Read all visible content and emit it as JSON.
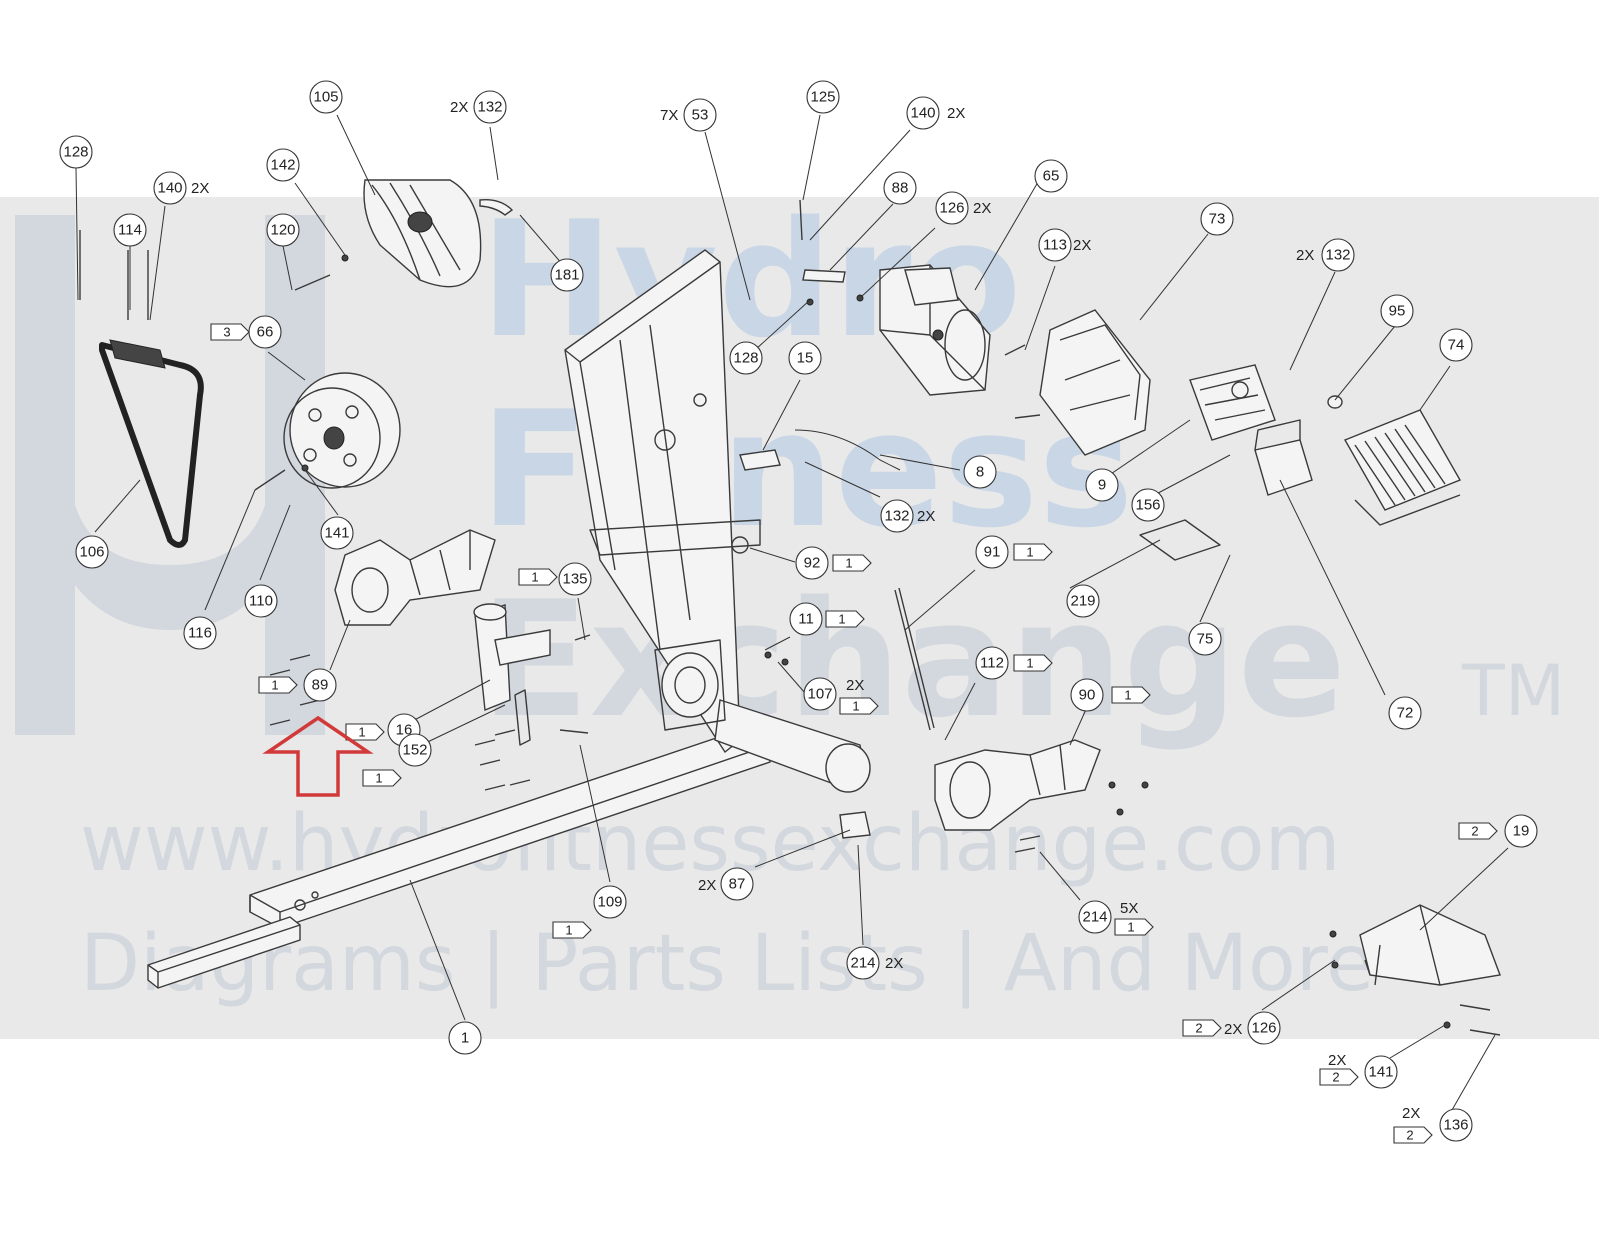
{
  "watermark": {
    "brand_line1": "Hydro",
    "brand_line2": "Fitness",
    "brand_line3": "Exchange",
    "trademark": "TM",
    "url": "www.hydrofitnessexchange.com",
    "tagline": "Diagrams | Parts Lists | And More"
  },
  "callouts": [
    {
      "id": "c128a",
      "label": "128"
    },
    {
      "id": "c105",
      "label": "105"
    },
    {
      "id": "c132a",
      "label": "132",
      "qty": "2X"
    },
    {
      "id": "c53",
      "label": "53",
      "qty": "7X"
    },
    {
      "id": "c125",
      "label": "125"
    },
    {
      "id": "c140a",
      "label": "140",
      "qty": "2X"
    },
    {
      "id": "c140b",
      "label": "140",
      "qty": "2X"
    },
    {
      "id": "c142",
      "label": "142"
    },
    {
      "id": "c114",
      "label": "114"
    },
    {
      "id": "c120",
      "label": "120"
    },
    {
      "id": "c181",
      "label": "181"
    },
    {
      "id": "c88",
      "label": "88"
    },
    {
      "id": "c126a",
      "label": "126",
      "qty": "2X"
    },
    {
      "id": "c65",
      "label": "65"
    },
    {
      "id": "c113",
      "label": "113",
      "qty": "2X"
    },
    {
      "id": "c73",
      "label": "73"
    },
    {
      "id": "c132b",
      "label": "132",
      "qty": "2X"
    },
    {
      "id": "c95",
      "label": "95"
    },
    {
      "id": "c74",
      "label": "74"
    },
    {
      "id": "c66",
      "label": "66"
    },
    {
      "id": "c128b",
      "label": "128"
    },
    {
      "id": "c15",
      "label": "15"
    },
    {
      "id": "c8",
      "label": "8"
    },
    {
      "id": "c9",
      "label": "9"
    },
    {
      "id": "c156",
      "label": "156"
    },
    {
      "id": "c106",
      "label": "106"
    },
    {
      "id": "c141a",
      "label": "141"
    },
    {
      "id": "c132c",
      "label": "132",
      "qty": "2X"
    },
    {
      "id": "c116",
      "label": "116"
    },
    {
      "id": "c110",
      "label": "110"
    },
    {
      "id": "c135",
      "label": "135"
    },
    {
      "id": "c92",
      "label": "92"
    },
    {
      "id": "c91",
      "label": "91"
    },
    {
      "id": "c219",
      "label": "219"
    },
    {
      "id": "c75",
      "label": "75"
    },
    {
      "id": "c11",
      "label": "11"
    },
    {
      "id": "c89",
      "label": "89"
    },
    {
      "id": "c107",
      "label": "107",
      "qty": "2X"
    },
    {
      "id": "c112",
      "label": "112"
    },
    {
      "id": "c90",
      "label": "90"
    },
    {
      "id": "c72",
      "label": "72"
    },
    {
      "id": "c16",
      "label": "16"
    },
    {
      "id": "c152",
      "label": "152"
    },
    {
      "id": "c19",
      "label": "19"
    },
    {
      "id": "c87",
      "label": "87",
      "qty": "2X"
    },
    {
      "id": "c109",
      "label": "109"
    },
    {
      "id": "c214a",
      "label": "214",
      "qty": "5X"
    },
    {
      "id": "c214b",
      "label": "214",
      "qty": "2X"
    },
    {
      "id": "c1",
      "label": "1"
    },
    {
      "id": "c126b",
      "label": "126",
      "qty": "2X"
    },
    {
      "id": "c141b",
      "label": "141",
      "qty": "2X"
    },
    {
      "id": "c136",
      "label": "136",
      "qty": "2X"
    }
  ],
  "flags": [
    {
      "id": "f3",
      "label": "3"
    },
    {
      "id": "f135",
      "label": "1"
    },
    {
      "id": "f92",
      "label": "1"
    },
    {
      "id": "f91",
      "label": "1"
    },
    {
      "id": "f11",
      "label": "1"
    },
    {
      "id": "f112",
      "label": "1"
    },
    {
      "id": "f89",
      "label": "1"
    },
    {
      "id": "f107",
      "label": "1"
    },
    {
      "id": "f90",
      "label": "1"
    },
    {
      "id": "f16",
      "label": "1"
    },
    {
      "id": "f152",
      "label": "1"
    },
    {
      "id": "f19",
      "label": "2"
    },
    {
      "id": "f109",
      "label": "1"
    },
    {
      "id": "f214",
      "label": "1"
    },
    {
      "id": "f126",
      "label": "2"
    },
    {
      "id": "f141",
      "label": "2"
    },
    {
      "id": "f136",
      "label": "2"
    }
  ],
  "highlight_color": "#d23a3a"
}
